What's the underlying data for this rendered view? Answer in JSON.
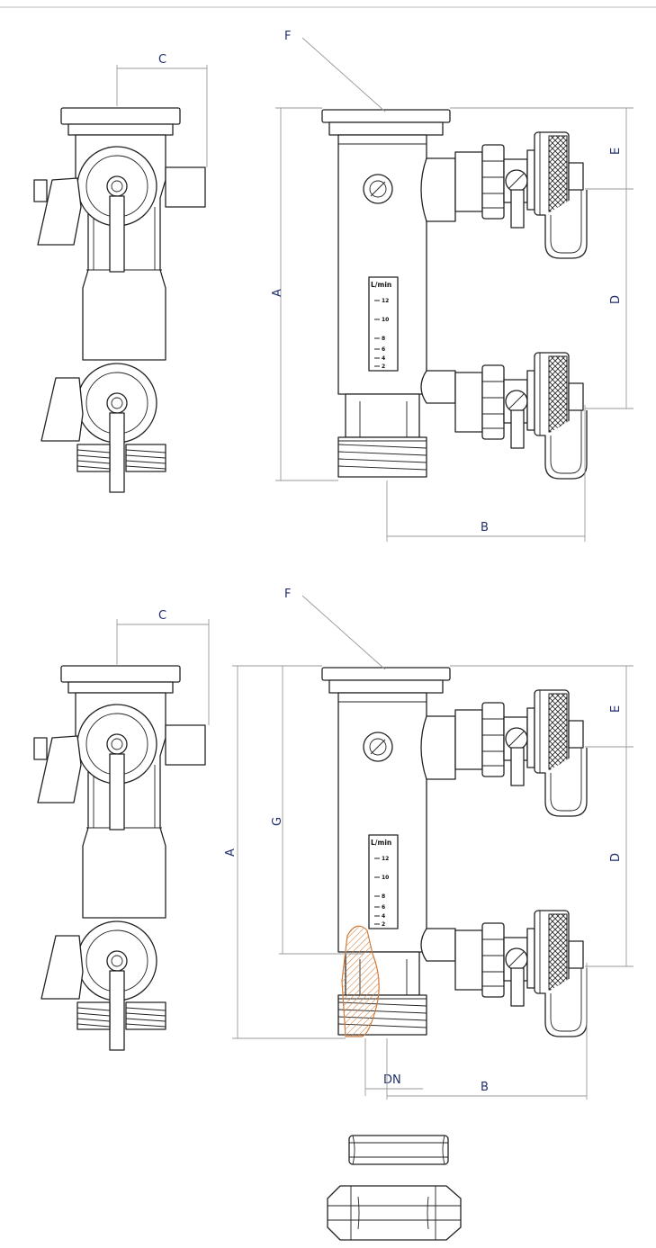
{
  "drawing": {
    "labels": {
      "c": "C",
      "f": "F",
      "a": "A",
      "b": "B",
      "d": "D",
      "e": "E",
      "g": "G",
      "dn": "DN"
    },
    "flow_scale": {
      "unit": "L/min",
      "ticks": [
        "12",
        "10",
        "8",
        "6",
        "4",
        "2"
      ]
    },
    "colors": {
      "line": "#222222",
      "dimension_line": "#9a9a9a",
      "label": "#1f2d6b",
      "section_hatch": "#d07b3a"
    }
  }
}
